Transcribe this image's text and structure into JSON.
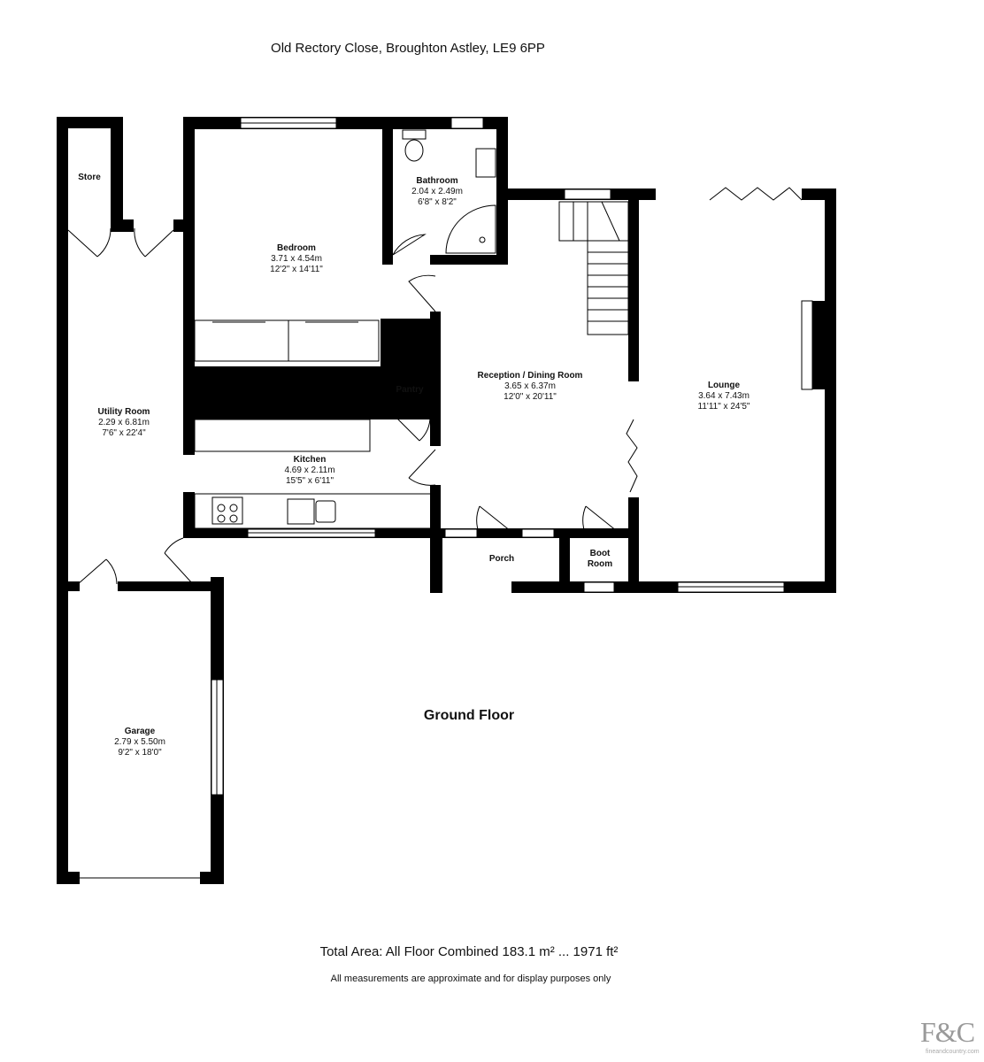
{
  "address": "Old Rectory Close, Broughton Astley, LE9 6PP",
  "floor_label": "Ground Floor",
  "total_area": "Total Area: All Floor Combined 183.1 m² ... 1971 ft²",
  "disclaimer": "All measurements are approximate and for display purposes only",
  "rooms": {
    "store": {
      "name": "Store"
    },
    "bathroom": {
      "name": "Bathroom",
      "metric": "2.04 x 2.49m",
      "imperial": "6'8\" x 8'2\""
    },
    "bedroom": {
      "name": "Bedroom",
      "metric": "3.71 x 4.54m",
      "imperial": "12'2\" x 14'11\""
    },
    "pantry": {
      "name": "Pantry"
    },
    "reception": {
      "name": "Reception / Dining Room",
      "metric": "3.65 x 6.37m",
      "imperial": "12'0\" x 20'11\""
    },
    "lounge": {
      "name": "Lounge",
      "metric": "3.64 x 7.43m",
      "imperial": "11'11\" x 24'5\""
    },
    "utility": {
      "name": "Utility Room",
      "metric": "2.29 x 6.81m",
      "imperial": "7'6\" x 22'4\""
    },
    "kitchen": {
      "name": "Kitchen",
      "metric": "4.69 x 2.11m",
      "imperial": "15'5\" x 6'11\""
    },
    "porch": {
      "name": "Porch"
    },
    "boot_room": {
      "name": "Boot",
      "name2": "Room"
    },
    "garage": {
      "name": "Garage",
      "metric": "2.79 x 5.50m",
      "imperial": "9'2\" x 18'0\""
    }
  },
  "logo": {
    "mark": "F&C",
    "site": "fineandcountry.com"
  },
  "colors": {
    "wall": "#000000",
    "background": "#ffffff",
    "logo": "#9a9a9a"
  }
}
